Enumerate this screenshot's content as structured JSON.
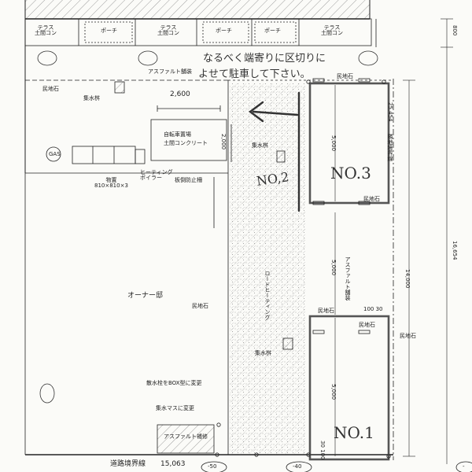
{
  "labels": {
    "terrace_left": "テラス\n土間コン",
    "porch_1": "ポーチ",
    "terrace_mid": "テラス\n土間コン",
    "porch_2": "ポーチ",
    "porch_3": "ポーチ",
    "terrace_right": "テラス\n土間コン",
    "dim_800": "800",
    "asphalt_top": "アスファルト舗装",
    "curb_left": "民地石",
    "curb_top_right": "民地石",
    "drain_left": "集水桝",
    "dim_2600": "2,600",
    "bicycle_parking": "自転車置場\n土間コンクリート",
    "dim_2000": "2,000",
    "drain_mid": "集水桝",
    "gas": "GAS",
    "heating_boiler": "ヒーティング\nボイラー",
    "fence": "板倒防止柵",
    "storage": "物置\n810×810×3",
    "dim_5000_top": "5,000",
    "boundary_label": "隣地境界線",
    "boundary_len": "25.454",
    "curb_mid_right": "民地石",
    "dim_16654": "16,654",
    "owner_house": "オーナー邸",
    "dim_5000_mid": "5,000",
    "asphalt_mid": "アスファルト舗装",
    "dim_14000": "14,000",
    "road_heating": "ロードヒーティング",
    "curb_road": "民地石",
    "curb_no1_top": "民地石",
    "dim_100_30": "100 30",
    "curb_no1_in": "民地石",
    "curb_no1_right": "民地石",
    "drain_lower": "集水桝",
    "dim_5000_low": "5,000",
    "note_box": "散水栓をBOX型に変更",
    "note_drain": "集水マスに変更",
    "asphalt_repair": "アスファルト補修",
    "dim_30_100": "30 100",
    "road_boundary": "道路境界線",
    "road_len": "15,063",
    "level_50": "-50",
    "level_40": "-40",
    "level_neg": "-"
  },
  "handwritten": {
    "note_line1": "なるべく端寄りに区切りに",
    "note_line2": "よせて駐車して下さい。",
    "no3": "NO.3",
    "no2": "NO,2",
    "no1": "NO.1"
  },
  "colors": {
    "line": "#222222",
    "hatch": "#666666",
    "pen": "#444444",
    "paper": "#fbfbf8"
  }
}
